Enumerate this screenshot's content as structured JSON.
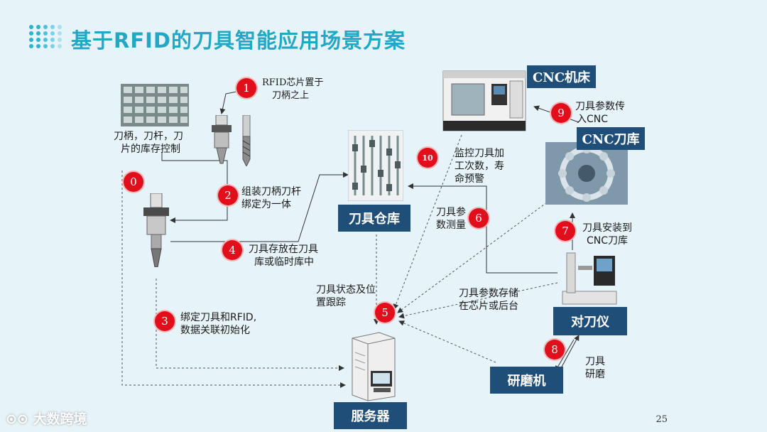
{
  "title": "基于RFID的刀具智能应用场景方案",
  "page_number": "25",
  "watermark": "大数跨境",
  "colors": {
    "title": "#22a8c4",
    "box": "#1f4e79",
    "step": "#e10f1c",
    "background": "#e6f3f8"
  },
  "boxes": {
    "cnc_machine": "CNC机床",
    "cnc_magazine": "CNC刀库",
    "warehouse": "刀具仓库",
    "presetter": "对刀仪",
    "grinder": "研磨机",
    "server": "服务器"
  },
  "steps": [
    {
      "num": "0"
    },
    {
      "num": "1",
      "text_1": "RFID芯片置于",
      "text_2": "刀柄之上"
    },
    {
      "num": "2",
      "text_1": "组装刀柄刀杆",
      "text_2": "绑定为一体"
    },
    {
      "num": "3",
      "text_1": "绑定刀具和RFID,",
      "text_2": "数据关联初始化"
    },
    {
      "num": "4",
      "text_1": "刀具存放在刀具",
      "text_2": "库或临时库中"
    },
    {
      "num": "5",
      "text_1": "刀具状态及位",
      "text_2": "置跟踪"
    },
    {
      "num": "6",
      "text_1": "刀具参",
      "text_2": "数测量"
    },
    {
      "num": "7",
      "text_1": "刀具安装到",
      "text_2": "CNC刀库"
    },
    {
      "num": "8",
      "text_1": "刀具",
      "text_2": "研磨"
    },
    {
      "num": "9",
      "text_1": "刀具参数传",
      "text_2": "入CNC"
    },
    {
      "num": "10",
      "text_1": "监控刀具加",
      "text_2": "工次数，寿",
      "text_3": "命预警"
    }
  ],
  "labels": {
    "inventory_1": "刀柄，刀杆，刀",
    "inventory_2": "片的库存控制",
    "param_store_1": "刀具参数存储",
    "param_store_2": "在芯片或后台"
  },
  "icons": [
    "tool-shelf-image",
    "tool-holder-image",
    "end-mill-image",
    "assembled-tool-image",
    "tool-rack-image",
    "cnc-machine-image",
    "cnc-magazine-image",
    "presetter-image",
    "server-image"
  ]
}
